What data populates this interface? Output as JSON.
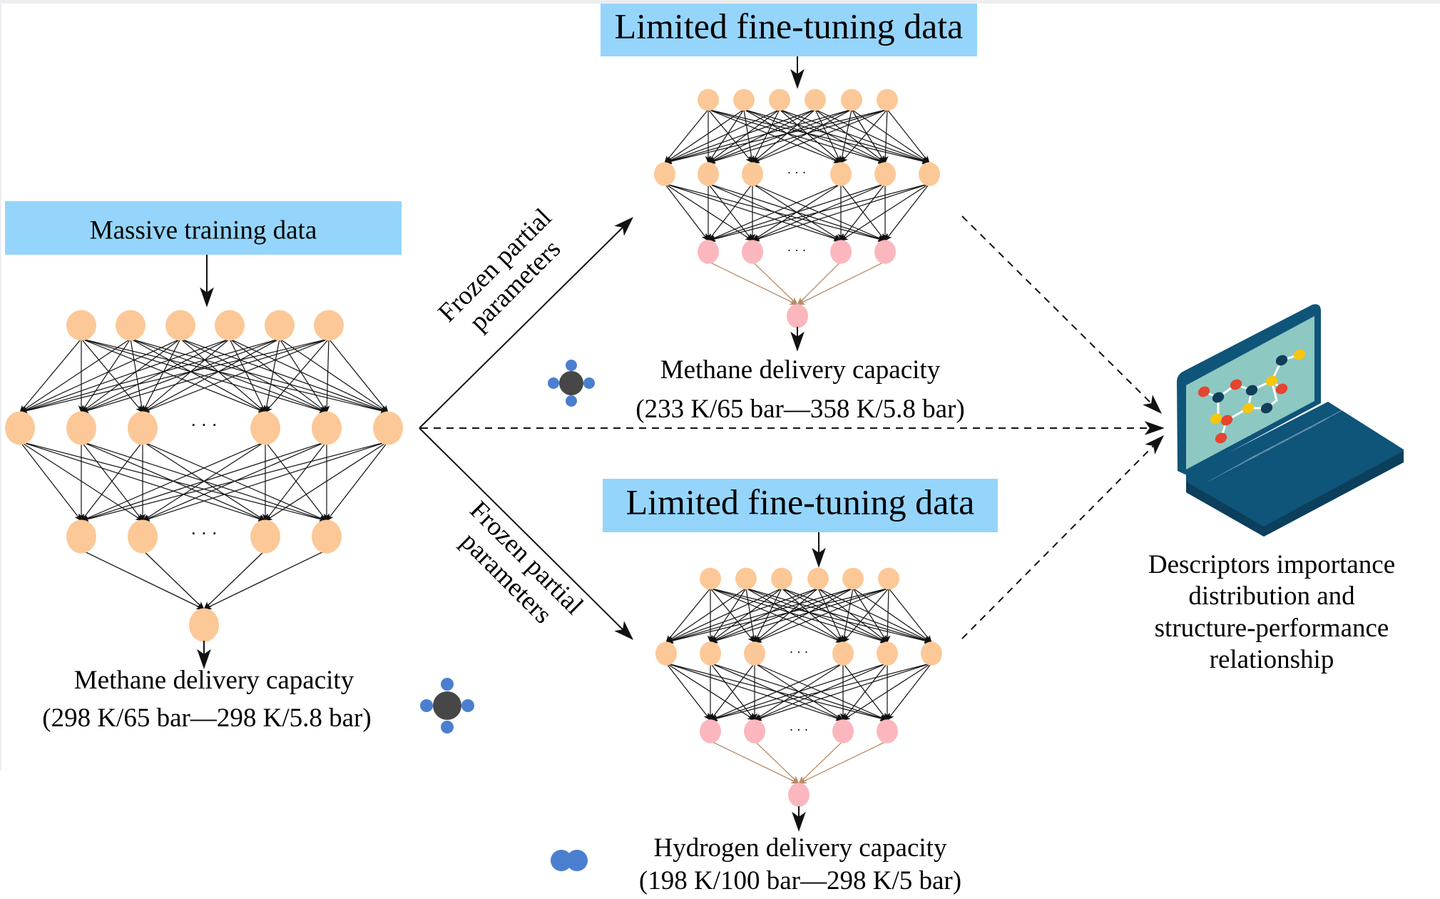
{
  "colors": {
    "data_box": "#95d5fc",
    "node_orange": "#fcc897",
    "node_pink": "#fbb7bd",
    "edge_black": "#111111",
    "edge_brown": "#b98d6a",
    "methane_carbon": "#474747",
    "methane_hydrogen": "#4a7fd0",
    "hydrogen_atom": "#4a7fd0",
    "laptop_body": "#0f5479",
    "laptop_screen": "#8dc8c2",
    "laptop_keys": "#dbe9f7",
    "atom_red": "#e54430",
    "atom_yellow": "#f6c510",
    "atom_navy": "#103f5a"
  },
  "source_model": {
    "data_box_label": "Massive training data",
    "output_title": "Methane delivery capacity",
    "output_condition": "(298 K/65 bar—298 K/5.8 bar)",
    "molecule_icon": "methane-icon"
  },
  "transfer_labels": {
    "upper": [
      "Frozen partial",
      "parameters"
    ],
    "lower": [
      "Frozen partial",
      "parameters"
    ]
  },
  "target_model_methane": {
    "data_box_label": "Limited fine-tuning data",
    "output_title": "Methane delivery capacity",
    "output_condition": "(233 K/65 bar—358 K/5.8 bar)",
    "molecule_icon": "methane-icon"
  },
  "target_model_hydrogen": {
    "data_box_label": "Limited fine-tuning data",
    "output_title": "Hydrogen delivery capacity",
    "output_condition": "(198 K/100 bar—298 K/5 bar)",
    "molecule_icon": "hydrogen-icon"
  },
  "analysis": {
    "icon": "laptop-molecule-icon",
    "caption": [
      "Descriptors importance",
      "distribution and",
      "structure-performance",
      "relationship"
    ]
  },
  "ellipsis": "·  ·  ·"
}
